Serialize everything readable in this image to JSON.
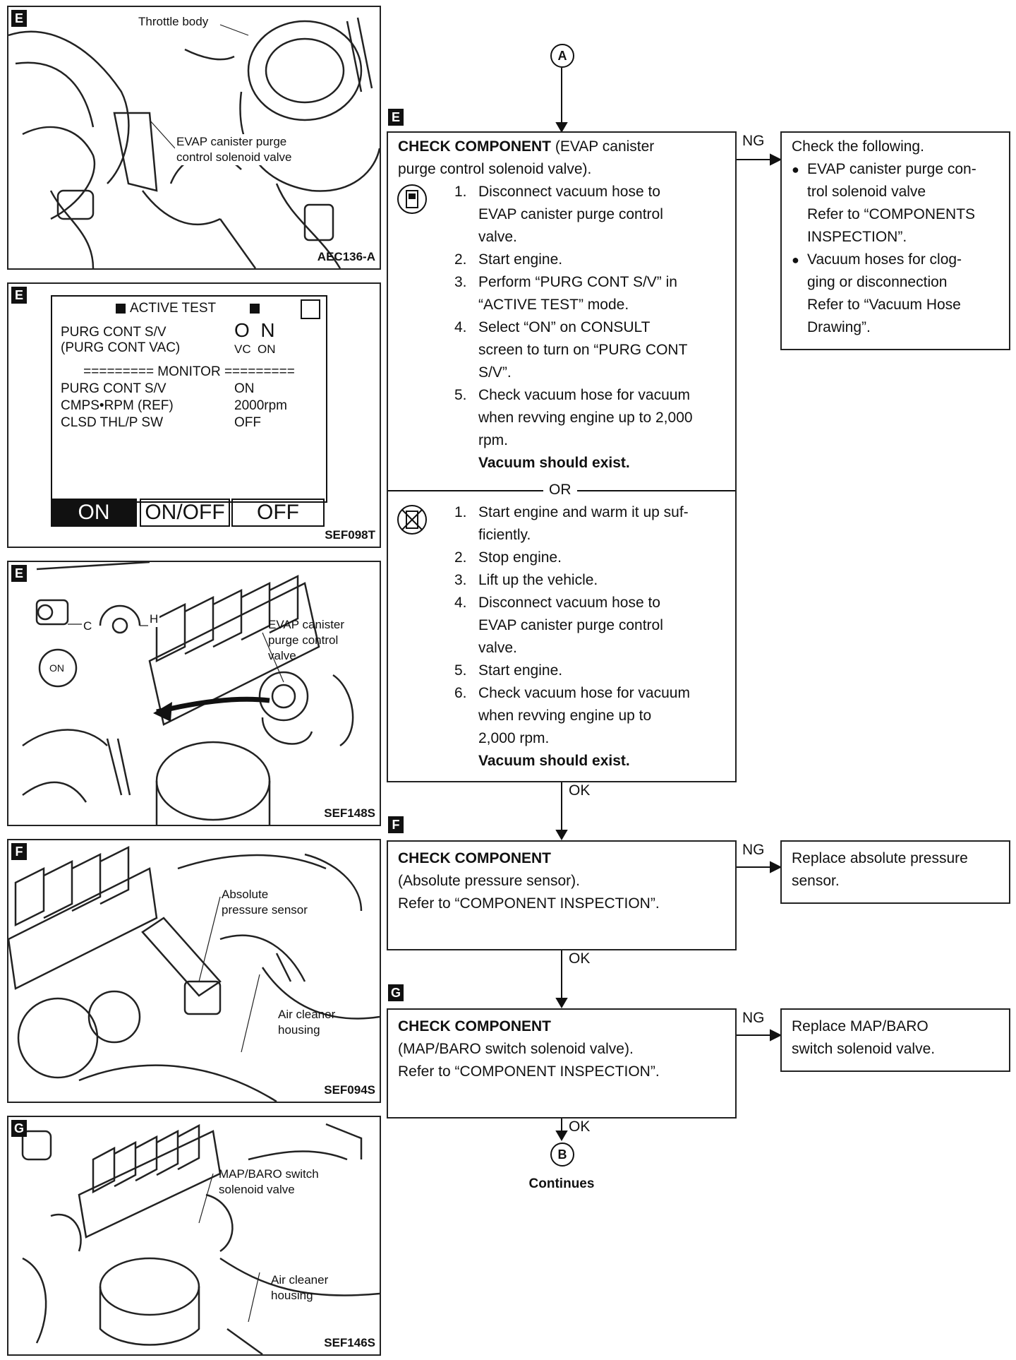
{
  "figures": {
    "fig1": {
      "tag": "E",
      "code": "AEC136-A",
      "labels": {
        "throttle": "Throttle body",
        "evap": "EVAP canister purge\ncontrol solenoid valve"
      }
    },
    "fig2": {
      "tag": "E",
      "code": "SEF098T",
      "screen": {
        "title": "ACTIVE TEST",
        "row1_label": "PURG CONT S/V",
        "row1_value": "O  N",
        "row2_label": "(PURG CONT VAC)",
        "row2_value": "VC  ON",
        "monitor": "========= MONITOR =========",
        "mon_rows": [
          {
            "label": "PURG CONT S/V",
            "value": "ON"
          },
          {
            "label": "CMPS•RPM (REF)",
            "value": "2000rpm"
          },
          {
            "label": "CLSD THL/P SW",
            "value": "OFF"
          }
        ],
        "btn_on": "ON",
        "btn_onoff": "ON/OFF",
        "btn_off": "OFF"
      }
    },
    "fig3": {
      "tag": "E",
      "code": "SEF148S",
      "labels": {
        "evap": "EVAP canister\npurge control\nvalve",
        "c": "C",
        "h": "H",
        "on": "ON"
      }
    },
    "fig4": {
      "tag": "F",
      "code": "SEF094S",
      "labels": {
        "sensor": "Absolute\npressure sensor",
        "air": "Air cleaner\nhousing"
      }
    },
    "fig5": {
      "tag": "G",
      "code": "SEF146S",
      "labels": {
        "switch": "MAP/BARO switch\nsolenoid valve",
        "air": "Air cleaner\nhousing"
      }
    }
  },
  "flow": {
    "start_marker": "A",
    "end_marker": "B",
    "continues": "Continues",
    "step_e": {
      "tag": "E",
      "title": "CHECK COMPONENT",
      "title_rest": " (EVAP canister",
      "title_line2": "purge control solenoid valve).",
      "part1": [
        {
          "n": "1.",
          "t": "Disconnect vacuum hose to\nEVAP canister purge control\nvalve."
        },
        {
          "n": "2.",
          "t": "Start engine."
        },
        {
          "n": "3.",
          "t": "Perform “PURG CONT S/V” in\n“ACTIVE TEST” mode."
        },
        {
          "n": "4.",
          "t": "Select “ON” on CONSULT\nscreen to turn on “PURG CONT\nS/V”."
        },
        {
          "n": "5.",
          "t": "Check vacuum hose for vacuum\nwhen revving engine up to 2,000\nrpm."
        }
      ],
      "part1_result": "Vacuum should exist.",
      "or": "OR",
      "part2": [
        {
          "n": "1.",
          "t": "Start engine and warm it up suf-\nficiently."
        },
        {
          "n": "2.",
          "t": "Stop engine."
        },
        {
          "n": "3.",
          "t": "Lift up the vehicle."
        },
        {
          "n": "4.",
          "t": "Disconnect vacuum hose to\nEVAP canister purge control\nvalve."
        },
        {
          "n": "5.",
          "t": "Start engine."
        },
        {
          "n": "6.",
          "t": "Check vacuum hose for vacuum\nwhen revving engine up to\n2,000 rpm."
        }
      ],
      "part2_result": "Vacuum should exist.",
      "ng": "NG",
      "ok": "OK",
      "ng_box": {
        "head": "Check the following.",
        "items": [
          "EVAP canister purge con-\ntrol solenoid valve\nRefer to “COMPONENTS\nINSPECTION”.",
          "Vacuum hoses for clog-\nging or disconnection\nRefer to “Vacuum Hose\nDrawing”."
        ]
      }
    },
    "step_f": {
      "tag": "F",
      "title": "CHECK COMPONENT",
      "body": "(Absolute pressure sensor).\nRefer to “COMPONENT INSPECTION”.",
      "ng": "NG",
      "ok": "OK",
      "ng_box": "Replace absolute pressure\nsensor."
    },
    "step_g": {
      "tag": "G",
      "title": "CHECK COMPONENT",
      "body": "(MAP/BARO switch solenoid valve).\nRefer to “COMPONENT INSPECTION”.",
      "ng": "NG",
      "ok": "OK",
      "ng_box": "Replace MAP/BARO\nswitch solenoid valve."
    }
  }
}
